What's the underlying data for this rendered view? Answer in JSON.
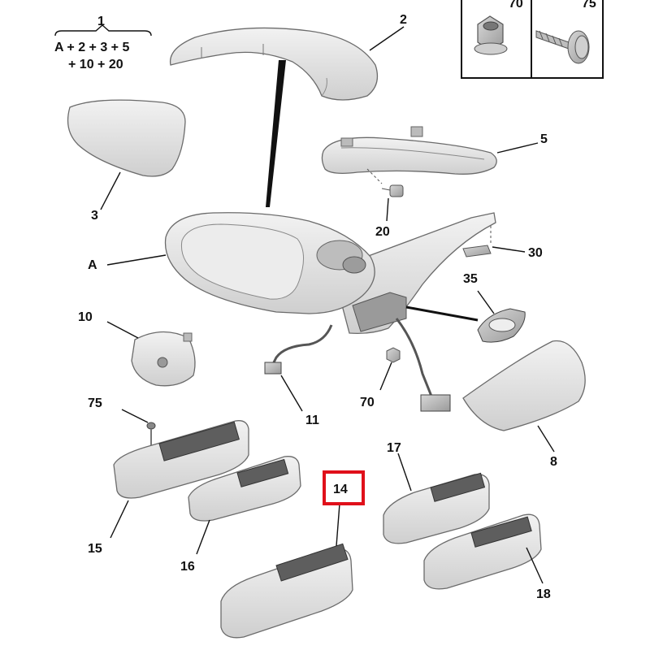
{
  "labels": {
    "l1": "1",
    "kit_line1": "A + 2 + 3 + 5",
    "kit_line2": "+ 10 + 20",
    "l2": "2",
    "l3": "3",
    "l5": "5",
    "l20": "20",
    "l30": "30",
    "l35": "35",
    "lA": "A",
    "l10": "10",
    "l11": "11",
    "l70_main": "70",
    "l8": "8",
    "l75_main": "75",
    "l15": "15",
    "l16": "16",
    "l14": "14",
    "l17": "17",
    "l18": "18",
    "l70_box": "70",
    "l75_box": "75"
  },
  "colors": {
    "highlight_box": "#e0101a",
    "part_fill": "#e7e7e7",
    "line": "#111111"
  }
}
